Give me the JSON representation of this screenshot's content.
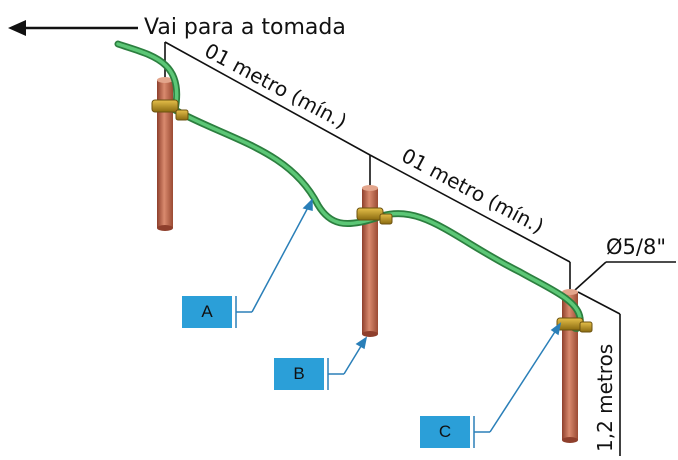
{
  "title": "Vai para a tomada",
  "dimensions": {
    "spacing_1": "01 metro (mín.)",
    "spacing_2": "01 metro (mín.)",
    "diameter": "Ø5/8\"",
    "depth": "1,2 metros"
  },
  "callouts": {
    "a": "A",
    "b": "B",
    "c": "C"
  },
  "colors": {
    "cable": "#3fae5a",
    "rod": "#c4705a",
    "clamp": "#c9a227",
    "callout": "#2b9fd8",
    "leader": "#2a7fb8"
  },
  "icons": [
    "arrow-left-icon"
  ]
}
